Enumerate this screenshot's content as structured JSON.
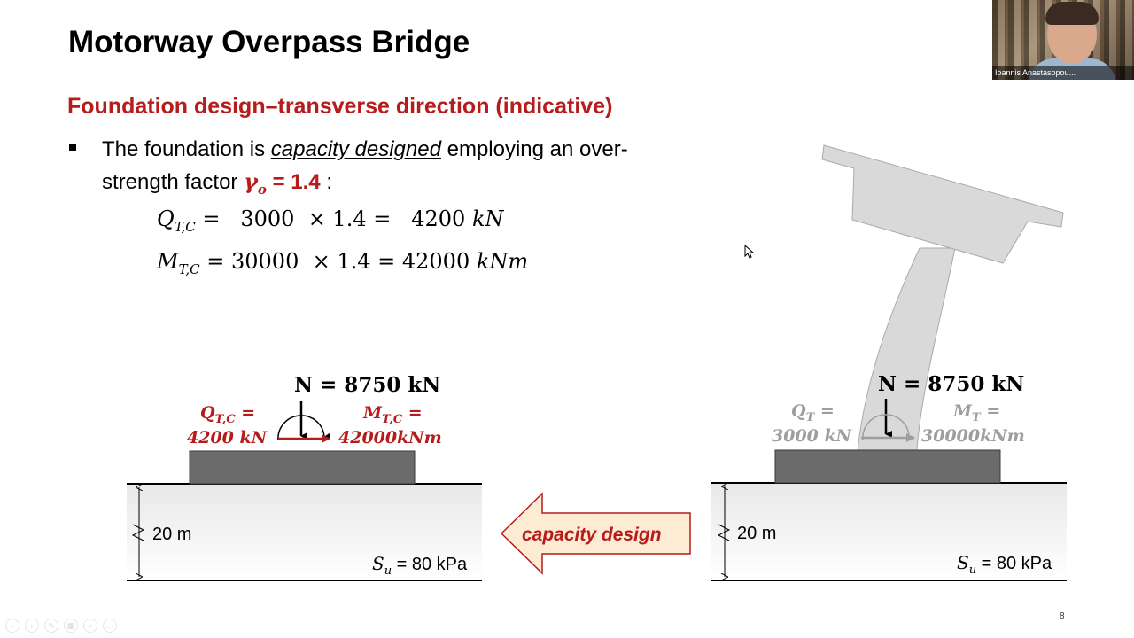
{
  "slide": {
    "title": "Motorway Overpass Bridge",
    "subtitle": "Foundation design–transverse direction (indicative)",
    "bullet": {
      "part1": "The foundation is ",
      "emph": "capacity designed",
      "part2": " employing an over-",
      "line2": "strength factor ",
      "gamma": "γ",
      "gamma_sub": "o",
      "gamma_val": " = 1.4",
      "tail": " :"
    },
    "equations": {
      "q_sym": "Q",
      "q_sub": "T,C",
      "q_rhs": " =   3000  × 1.4 =   4200 ",
      "q_unit": "kN",
      "m_sym": "M",
      "m_sub": "T,C",
      "m_rhs": " = 30000  × 1.4 = 42000 ",
      "m_unit": "kNm"
    },
    "page_number": "8"
  },
  "left_diagram": {
    "n_label": "N = 8750 kN",
    "q_line1": "Q",
    "q_sub": "T,C",
    "q_eq": " =",
    "q_line2": "4200 kN",
    "m_line1": "M",
    "m_sub": "T,C",
    "m_eq": " =",
    "m_line2": "42000kNm",
    "depth": "20 m",
    "su_sym": "S",
    "su_sub": "u",
    "su_val": " = 80 kPa"
  },
  "right_diagram": {
    "n_label": "N = 8750 kN",
    "q_line1": "Q",
    "q_sub": "T",
    "q_eq": " =",
    "q_line2": "3000 kN",
    "m_line1": "M",
    "m_sub": "T",
    "m_eq": " =",
    "m_line2": "30000kNm",
    "depth": "20 m",
    "su_sym": "S",
    "su_sub": "u",
    "su_val": " = 80 kPa"
  },
  "arrow_label": "capacity design",
  "webcam": {
    "name": "Ioannis Anastasopou..."
  },
  "colors": {
    "accent": "#b71c1c",
    "gray_label": "#9e9e9e",
    "footing": "#6b6b6b",
    "arrow_fill": "#fdebd3"
  },
  "icons": [
    "prev-icon",
    "next-icon",
    "pen-icon",
    "slides-icon",
    "zoom-icon",
    "more-icon"
  ]
}
